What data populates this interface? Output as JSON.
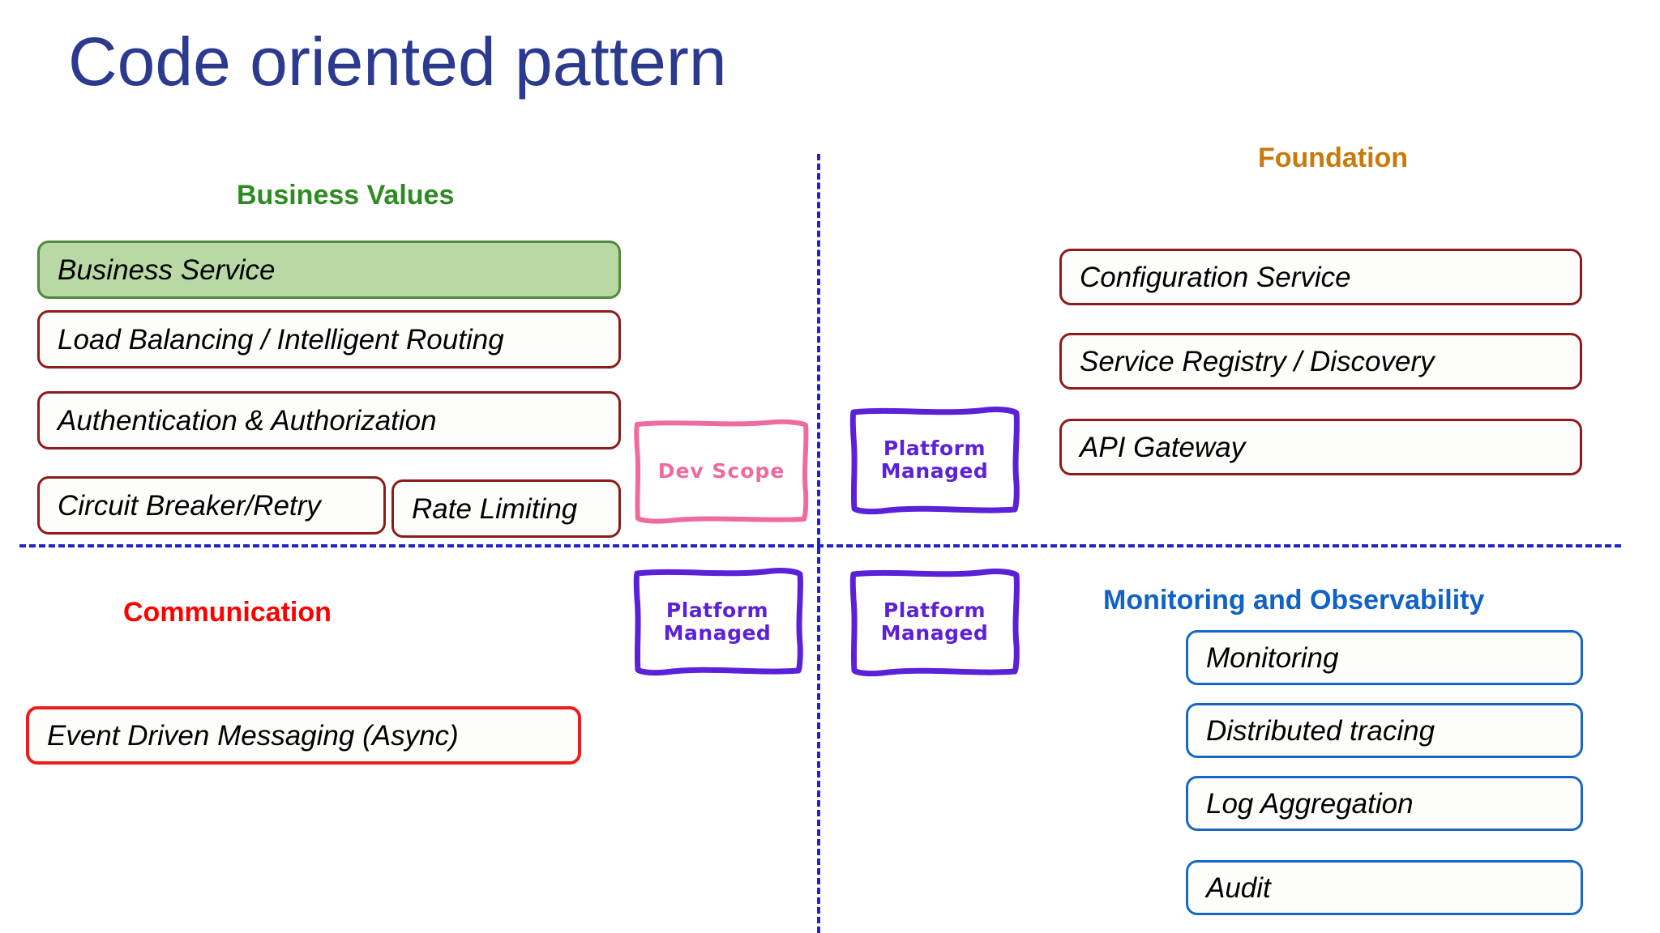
{
  "slide": {
    "title": "Code oriented pattern",
    "title_color": "#2b3a8f",
    "background": "#ffffff"
  },
  "dividers": {
    "vertical_color": "#2222cc",
    "horizontal_color": "#2222cc"
  },
  "quadrants": {
    "business_values": {
      "heading": "Business Values",
      "heading_color": "#2e8b23",
      "items": [
        {
          "label": "Business Service",
          "style": "green"
        },
        {
          "label": "Load Balancing / Intelligent Routing",
          "style": "maroon"
        },
        {
          "label": "Authentication & Authorization",
          "style": "maroon"
        },
        {
          "label": "Circuit Breaker/Retry",
          "style": "maroon"
        },
        {
          "label": "Rate Limiting",
          "style": "maroon"
        }
      ]
    },
    "foundation": {
      "heading": "Foundation",
      "heading_color": "#c87a0a",
      "items": [
        {
          "label": "Configuration Service",
          "style": "maroon"
        },
        {
          "label": "Service Registry / Discovery",
          "style": "maroon"
        },
        {
          "label": "API Gateway",
          "style": "maroon"
        }
      ]
    },
    "communication": {
      "heading": "Communication",
      "heading_color": "#ff0000",
      "items": [
        {
          "label": "Event Driven Messaging (Async)",
          "style": "red"
        }
      ]
    },
    "monitoring": {
      "heading": "Monitoring and Observability",
      "heading_color": "#1062c4",
      "items": [
        {
          "label": "Monitoring",
          "style": "blue"
        },
        {
          "label": "Distributed tracing",
          "style": "blue"
        },
        {
          "label": "Log Aggregation",
          "style": "blue"
        },
        {
          "label": "Audit",
          "style": "blue"
        }
      ]
    }
  },
  "sketch_boxes": [
    {
      "id": "dev-scope",
      "line1": "Dev Scope",
      "line2": "",
      "color": "#ef6a9e"
    },
    {
      "id": "platform-managed-tr",
      "line1": "Platform",
      "line2": "Managed",
      "color": "#5b21d8"
    },
    {
      "id": "platform-managed-bl",
      "line1": "Platform",
      "line2": "Managed",
      "color": "#5b21d8"
    },
    {
      "id": "platform-managed-br",
      "line1": "Platform",
      "line2": "Managed",
      "color": "#5b21d8"
    }
  ]
}
